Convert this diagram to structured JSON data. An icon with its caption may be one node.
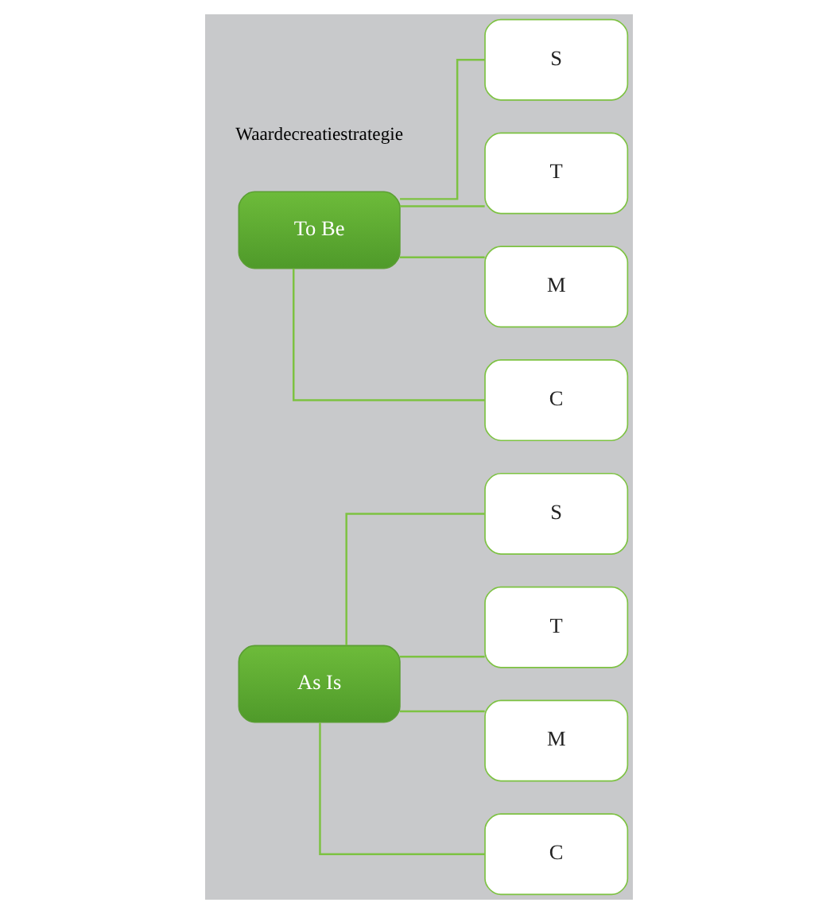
{
  "diagram": {
    "nodes": [
      {
        "text": [
          "As Is"
        ]
      },
      {
        "text": [
          "S"
        ]
      },
      {
        "text": [
          "T"
        ]
      },
      {
        "text": [
          "M"
        ]
      },
      {
        "text": [
          "C"
        ]
      },
      {
        "text": [
          "To Be"
        ]
      },
      {
        "text": [
          "S"
        ]
      },
      {
        "text": [
          "T"
        ]
      },
      {
        "text": [
          "M"
        ]
      },
      {
        "text": [
          "C"
        ]
      }
    ],
    "edges": [
      {
        "from": 0,
        "to": 1,
        "arrow": "none"
      },
      {
        "from": 0,
        "to": 2,
        "arrow": "none"
      },
      {
        "from": 0,
        "to": 3,
        "arrow": "none"
      },
      {
        "from": 0,
        "to": 4,
        "arrow": "none"
      },
      {
        "from": 5,
        "to": 6,
        "arrow": "none"
      },
      {
        "from": 5,
        "to": 7,
        "arrow": "none"
      },
      {
        "from": 5,
        "to": 8,
        "arrow": "none"
      },
      {
        "from": 5,
        "to": 9,
        "arrow": "none"
      }
    ],
    "labels": [
      "Waardecreatiestrategie"
    ]
  }
}
